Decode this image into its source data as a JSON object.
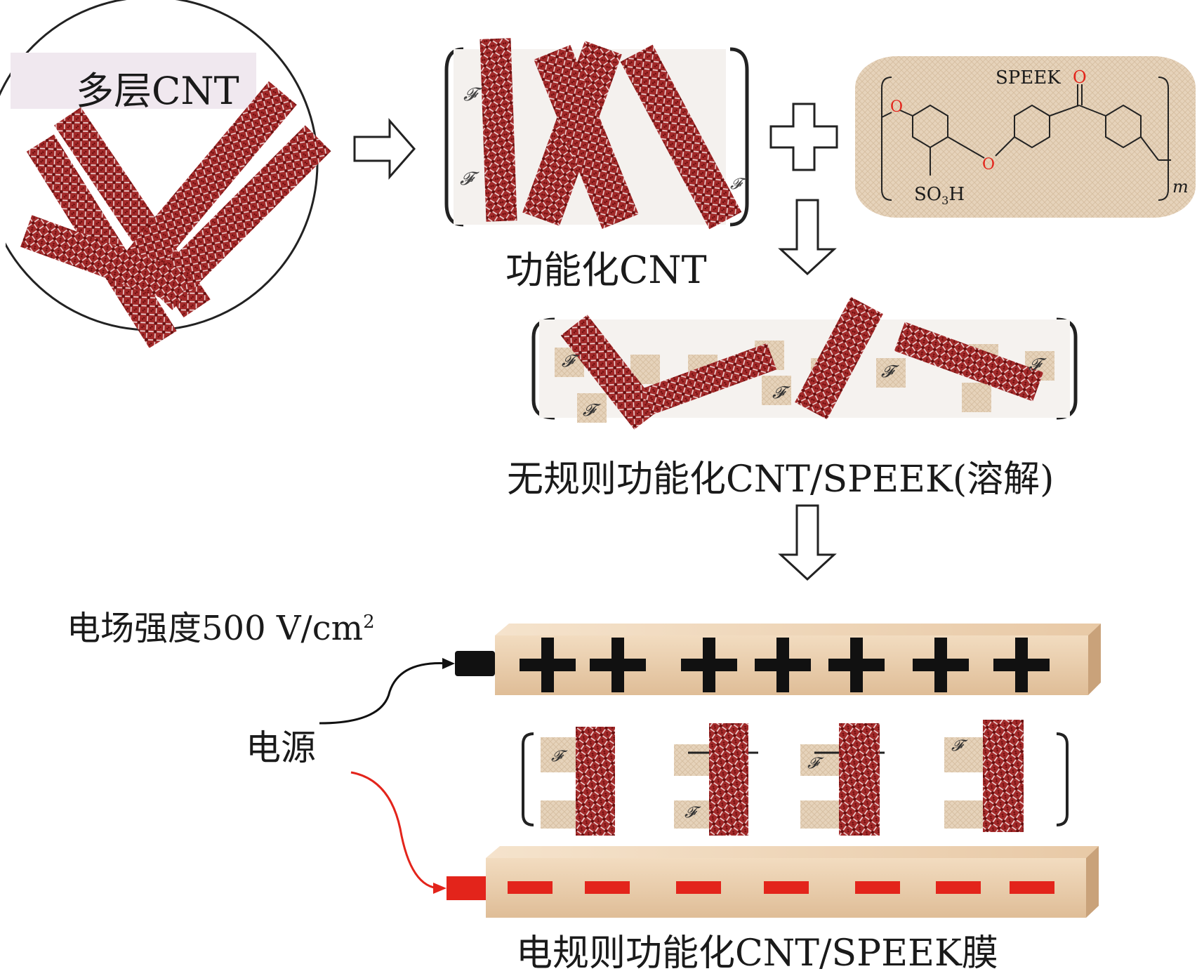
{
  "labels": {
    "multi_cnt": "多层CNT",
    "func_cnt": "功能化CNT",
    "random": "无规则功能化CNT/SPEEK(溶解)",
    "field": "电场强度500 V/cm",
    "field_sup": "2",
    "power": "电源",
    "membrane": "电规则功能化CNT/SPEEK膜"
  },
  "speek": {
    "name": "SPEEK",
    "o_ring": "O",
    "o_link": "O",
    "o_carbonyl": "O",
    "so3h_left": "SO",
    "so3h_sub": "3",
    "so3h_right": "H",
    "repeat": "m"
  },
  "func_group_mark": "𝓕",
  "electrodes": {
    "positive_symbol": "+",
    "positive_count": 7,
    "negative_count": 7
  },
  "colors": {
    "cnt": "#8c1616",
    "bar": "#e9c9a4",
    "positive": "#111111",
    "negative": "#e3241b",
    "wire_positive": "#111111",
    "wire_negative": "#e3241b",
    "oxygen": "#e3241b"
  }
}
